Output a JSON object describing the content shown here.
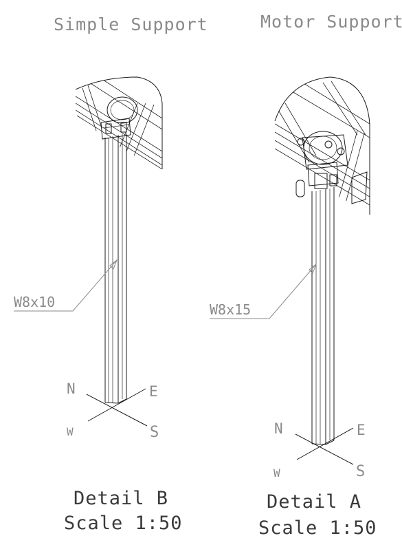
{
  "left_detail": {
    "header": "Simple Support",
    "member_label": "W8x10",
    "compass": {
      "n": "N",
      "e": "E",
      "s": "S",
      "w": "W"
    },
    "detail_name": "Detail B",
    "scale": "Scale 1:50"
  },
  "right_detail": {
    "header": "Motor Support",
    "member_label": "W8x15",
    "compass": {
      "n": "N",
      "e": "E",
      "s": "S",
      "w": "W"
    },
    "detail_name": "Detail A",
    "scale": "Scale 1:50"
  },
  "colors": {
    "annotation": "#8a8a8a",
    "linework": "#1a1a1a",
    "title": "#3a3a3a"
  }
}
